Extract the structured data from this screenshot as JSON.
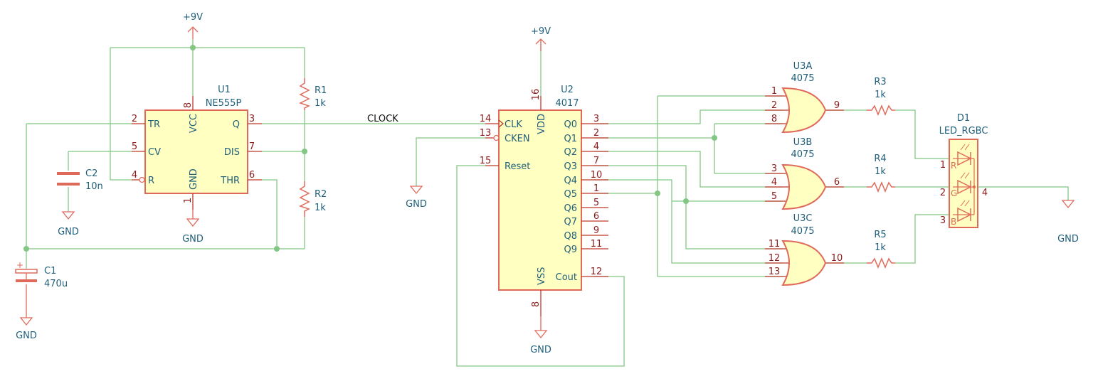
{
  "power": {
    "vcc": "+9V",
    "gnd": "GND"
  },
  "net_labels": {
    "clock": "CLOCK"
  },
  "u1": {
    "ref": "U1",
    "value": "NE555P",
    "pins": {
      "tr": "TR",
      "cv": "CV",
      "r": "R",
      "vcc": "VCC",
      "gnd": "GND",
      "q": "Q",
      "dis": "DIS",
      "thr": "THR"
    },
    "nums": {
      "tr": "2",
      "cv": "5",
      "r": "4",
      "vcc": "8",
      "gnd": "1",
      "q": "3",
      "dis": "7",
      "thr": "6"
    }
  },
  "r1": {
    "ref": "R1",
    "value": "1k"
  },
  "r2": {
    "ref": "R2",
    "value": "1k"
  },
  "c1": {
    "ref": "C1",
    "value": "470u",
    "plus": "+"
  },
  "c2": {
    "ref": "C2",
    "value": "10n"
  },
  "u2": {
    "ref": "U2",
    "value": "4017",
    "pins": {
      "clk": "CLK",
      "cken": "CKEN",
      "reset": "Reset",
      "vdd": "VDD",
      "vss": "VSS",
      "cout": "Cout",
      "q0": "Q0",
      "q1": "Q1",
      "q2": "Q2",
      "q3": "Q3",
      "q4": "Q4",
      "q5": "Q5",
      "q6": "Q6",
      "q7": "Q7",
      "q8": "Q8",
      "q9": "Q9"
    },
    "nums": {
      "clk": "14",
      "cken": "13",
      "reset": "15",
      "vdd": "16",
      "vss": "8",
      "cout": "12",
      "q0": "3",
      "q1": "2",
      "q2": "4",
      "q3": "7",
      "q4": "10",
      "q5": "1",
      "q6": "5",
      "q7": "6",
      "q8": "9",
      "q9": "11"
    }
  },
  "u3a": {
    "ref": "U3A",
    "value": "4075",
    "in1": "1",
    "in2": "2",
    "in3": "8",
    "out": "9"
  },
  "u3b": {
    "ref": "U3B",
    "value": "4075",
    "in1": "3",
    "in2": "4",
    "in3": "5",
    "out": "6"
  },
  "u3c": {
    "ref": "U3C",
    "value": "4075",
    "in1": "11",
    "in2": "12",
    "in3": "13",
    "out": "10"
  },
  "r3": {
    "ref": "R3",
    "value": "1k"
  },
  "r4": {
    "ref": "R4",
    "value": "1k"
  },
  "r5": {
    "ref": "R5",
    "value": "1k"
  },
  "d1": {
    "ref": "D1",
    "value": "LED_RGBC",
    "r": "R",
    "g": "G",
    "b": "B",
    "p1": "1",
    "p2": "2",
    "p3": "3",
    "p4": "4"
  },
  "colors": {
    "wire": "#82c882",
    "symbol": "#e06a5a",
    "fill": "#ffffc2",
    "text": "#1f5f7a",
    "pin_number": "#8b1a1a"
  }
}
